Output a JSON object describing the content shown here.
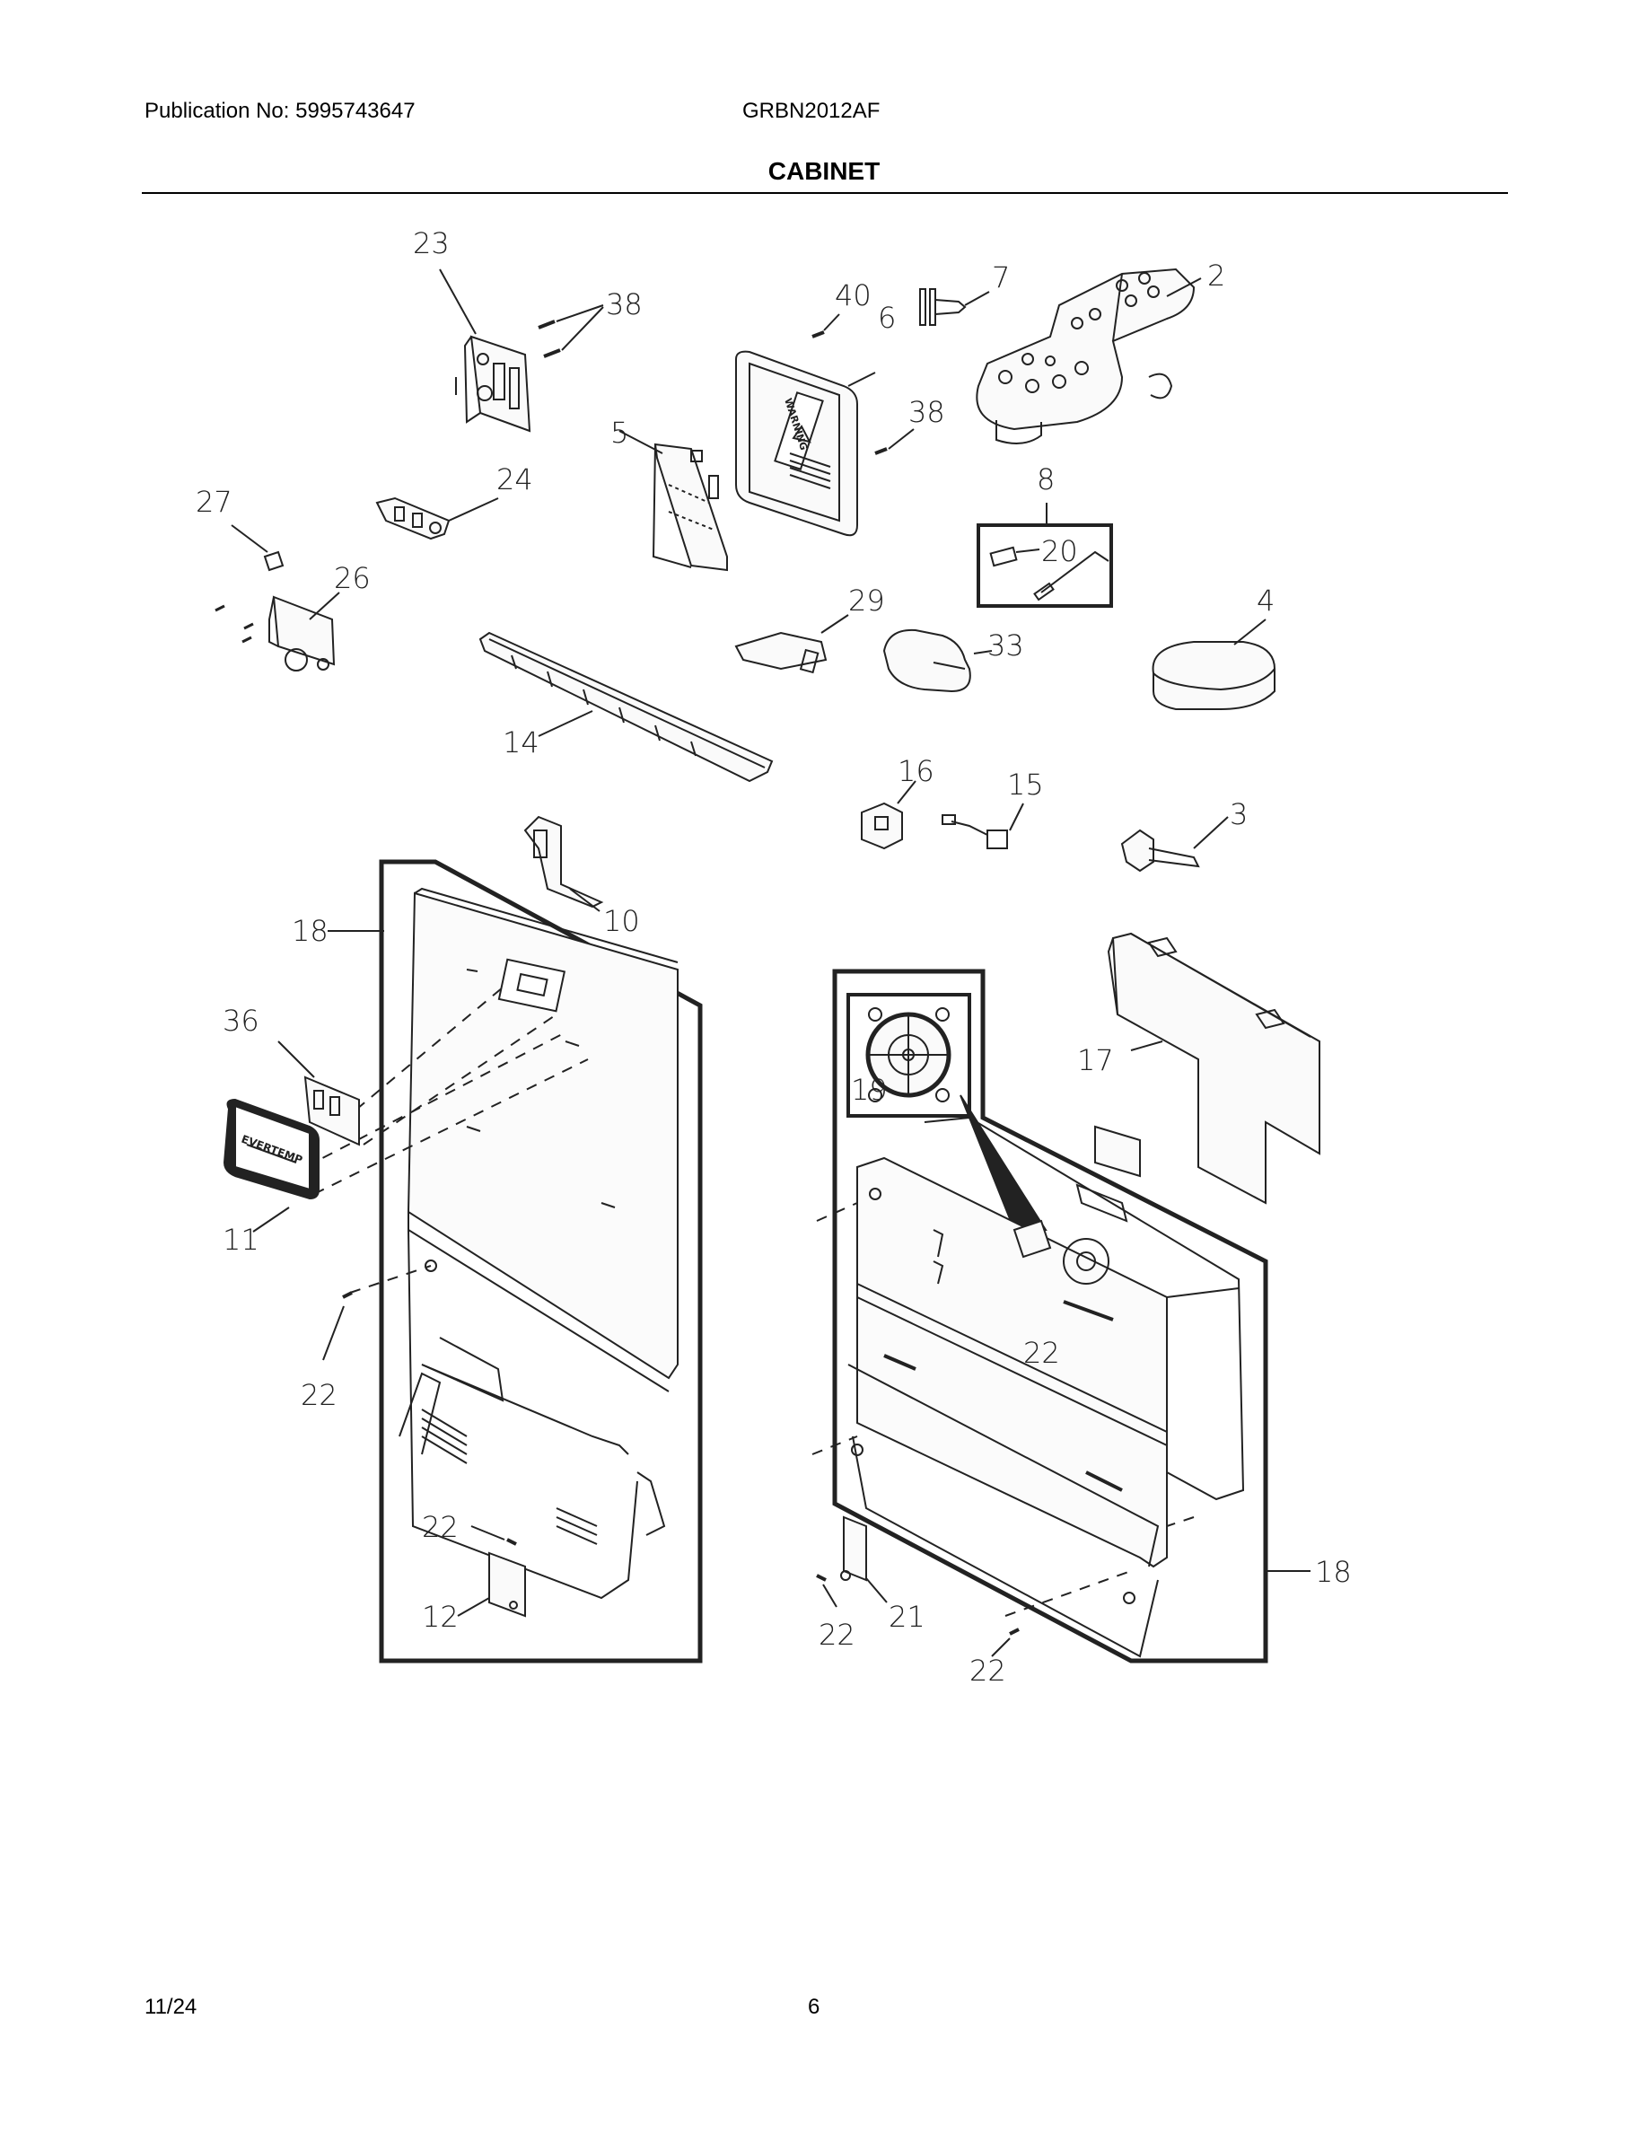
{
  "header": {
    "publication": "Publication No: 5995743647",
    "model": "GRBN2012AF",
    "title": "CABINET"
  },
  "footer": {
    "date": "11/24",
    "page": "6"
  },
  "diagram": {
    "labels": {
      "l23": "23",
      "l38a": "38",
      "l40": "40",
      "l7": "7",
      "l2": "2",
      "l6": "6",
      "l38b": "38",
      "l5": "5",
      "l24": "24",
      "l27": "27",
      "l8": "8",
      "l20": "20",
      "l26": "26",
      "l29": "29",
      "l33": "33",
      "l4": "4",
      "l14": "14",
      "l16": "16",
      "l15": "15",
      "l3": "3",
      "l10": "10",
      "l18a": "18",
      "l36": "36",
      "l17": "17",
      "l19": "19",
      "l11": "11",
      "l22a": "22",
      "l22b": "22",
      "l22c": "22",
      "l12": "12",
      "l21": "21",
      "l22d": "22",
      "l22e": "22",
      "l18b": "18"
    },
    "warning_text": "WARNING",
    "brand_text": "EVERTEMP"
  }
}
